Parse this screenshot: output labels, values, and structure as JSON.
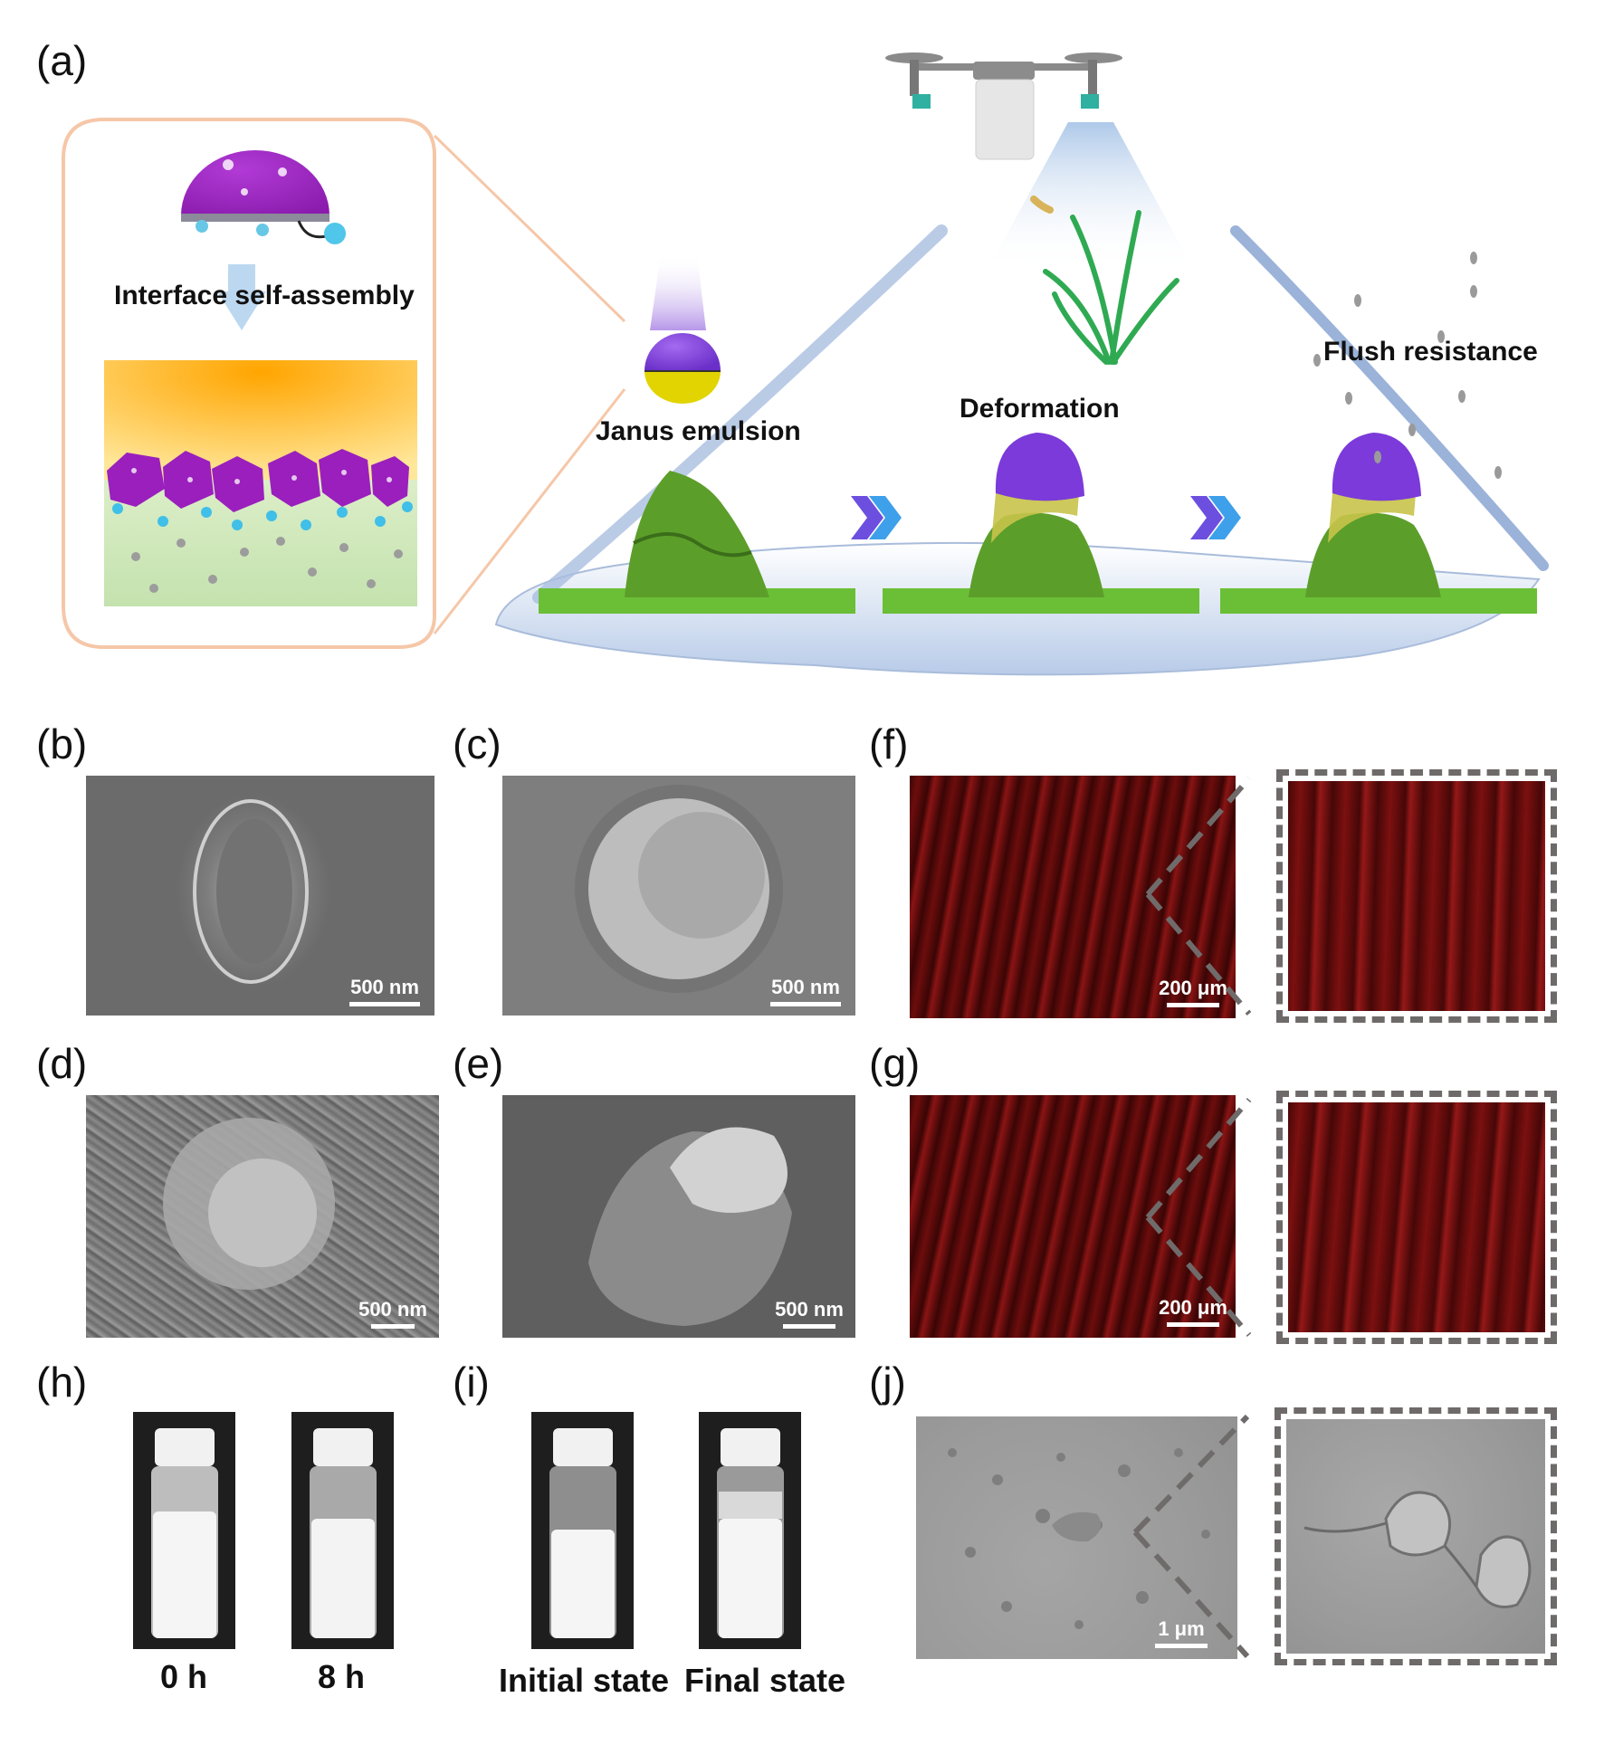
{
  "labels": {
    "a": "(a)",
    "b": "(b)",
    "c": "(c)",
    "d": "(d)",
    "e": "(e)",
    "f": "(f)",
    "g": "(g)",
    "h": "(h)",
    "i": "(i)",
    "j": "(j)"
  },
  "scheme": {
    "interface": "Interface self-assembly",
    "janus": "Janus emulsion",
    "deformation": "Deformation",
    "flush": "Flush resistance"
  },
  "scalebars": {
    "b": "500 nm",
    "c": "500 nm",
    "d": "500 nm",
    "e": "500 nm",
    "f": "200 μm",
    "g": "200 μm",
    "j": "1 μm"
  },
  "captions": {
    "h_left": "0 h",
    "h_right": "8 h",
    "i_left": "Initial state",
    "i_right": "Final state"
  },
  "colors": {
    "janus_purple": "#8a2fd0",
    "janus_yellow": "#e2d400",
    "leaf_green": "#5cae2e",
    "fluor_red": "#7a0d0d",
    "sem_gray": "#8c8c8c"
  },
  "icons": [
    "drone-icon",
    "rice-plant-icon",
    "double-chevron-icon",
    "rain-drop-icon"
  ]
}
